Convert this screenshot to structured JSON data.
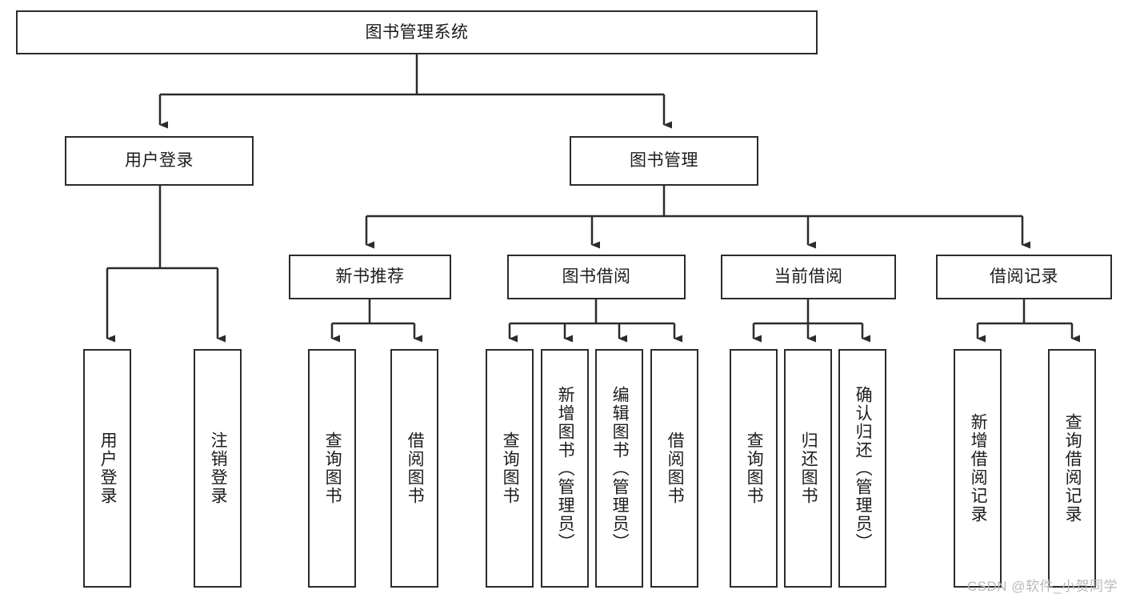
{
  "diagram": {
    "title": "图书管理系统",
    "type": "tree-hierarchy-diagram",
    "colors": {
      "box_border": "#2b2b2b",
      "box_fill": "#ffffff",
      "connector": "#2b2b2b",
      "text": "#1c1c1c",
      "watermark": "#b9b9b9",
      "background": "#ffffff"
    },
    "root": {
      "label": "图书管理系统"
    },
    "level2": [
      {
        "label": "用户登录"
      },
      {
        "label": "图书管理"
      }
    ],
    "level3": [
      {
        "label": "新书推荐"
      },
      {
        "label": "图书借阅"
      },
      {
        "label": "当前借阅"
      },
      {
        "label": "借阅记录"
      }
    ],
    "leaves": {
      "user_login": [
        {
          "label": "用户登录"
        },
        {
          "label": "注销登录"
        }
      ],
      "new_book_recommend": [
        {
          "label": "查询图书"
        },
        {
          "label": "借阅图书"
        }
      ],
      "book_borrow": [
        {
          "label": "查询图书"
        },
        {
          "label": "新增图书（管理员）"
        },
        {
          "label": "编辑图书（管理员）"
        },
        {
          "label": "借阅图书"
        }
      ],
      "current_borrow": [
        {
          "label": "查询图书"
        },
        {
          "label": "归还图书"
        },
        {
          "label": "确认归还（管理员）"
        }
      ],
      "borrow_record": [
        {
          "label": "新增借阅记录"
        },
        {
          "label": "查询借阅记录"
        }
      ]
    }
  },
  "watermark": {
    "text": "CSDN @软件_小贺同学"
  }
}
